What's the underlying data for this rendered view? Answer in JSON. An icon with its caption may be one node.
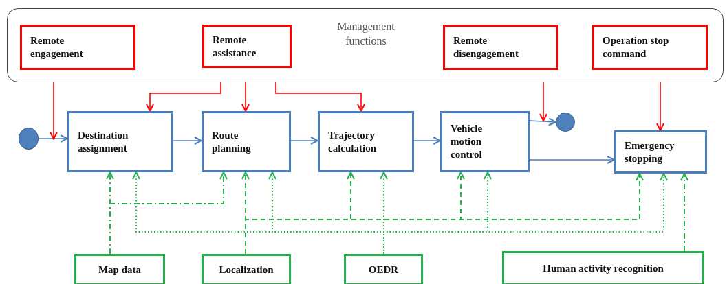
{
  "diagram": {
    "nodes": [
      {
        "text": [
          "Management functions"
        ]
      },
      {
        "text": [
          "Remote engagement"
        ],
        "in": 0
      },
      {
        "text": [
          "Remote assistance"
        ],
        "in": 0
      },
      {
        "text": [
          "Remote disengagement"
        ],
        "in": 0
      },
      {
        "text": [
          "Operation stop command"
        ],
        "in": 0
      },
      {
        "text": [],
        "shape": "circle"
      },
      {
        "text": [
          "Destination assignment"
        ]
      },
      {
        "text": [
          "Route planning"
        ]
      },
      {
        "text": [
          "Trajectory calculation"
        ]
      },
      {
        "text": [
          "Vehicle motion control"
        ]
      },
      {
        "text": [],
        "shape": "circle"
      },
      {
        "text": [
          "Emergency stopping"
        ]
      },
      {
        "text": [
          "Map data"
        ]
      },
      {
        "text": [
          "Localization"
        ]
      },
      {
        "text": [
          "OEDR"
        ]
      },
      {
        "text": [
          "Human activity recognition"
        ]
      }
    ],
    "edges": [
      {
        "from": 5,
        "to": 6,
        "arrow": "to",
        "color": "#4a7ebb"
      },
      {
        "from": 6,
        "to": 7,
        "arrow": "to",
        "color": "#4a7ebb"
      },
      {
        "from": 7,
        "to": 8,
        "arrow": "to",
        "color": "#4a7ebb"
      },
      {
        "from": 8,
        "to": 9,
        "arrow": "to",
        "color": "#4a7ebb"
      },
      {
        "from": 9,
        "to": 10,
        "arrow": "to",
        "color": "#4a7ebb"
      },
      {
        "from": 9,
        "to": 11,
        "arrow": "to",
        "color": "#4a7ebb"
      },
      {
        "from": 1,
        "to": 6,
        "arrow": "to",
        "color": "#ff0000"
      },
      {
        "from": 2,
        "to": 6,
        "arrow": "to",
        "color": "#ff0000"
      },
      {
        "from": 2,
        "to": 7,
        "arrow": "to",
        "color": "#ff0000"
      },
      {
        "from": 2,
        "to": 8,
        "arrow": "to",
        "color": "#ff0000"
      },
      {
        "from": 3,
        "to": 10,
        "arrow": "to",
        "color": "#ff0000"
      },
      {
        "from": 4,
        "to": 11,
        "arrow": "to",
        "color": "#ff0000"
      },
      {
        "from": 12,
        "to": 6,
        "arrow": "to",
        "style": "dashed"
      },
      {
        "from": 12,
        "to": 7,
        "arrow": "to",
        "style": "dashed"
      },
      {
        "from": 13,
        "to": 7,
        "arrow": "to",
        "style": "dashed"
      },
      {
        "from": 13,
        "to": 8,
        "arrow": "to",
        "style": "dashed"
      },
      {
        "from": 13,
        "to": 9,
        "arrow": "to",
        "style": "dashed"
      },
      {
        "from": 13,
        "to": 11,
        "arrow": "to",
        "style": "dashed"
      },
      {
        "from": 14,
        "to": 6,
        "arrow": "to",
        "style": "dashed"
      },
      {
        "from": 14,
        "to": 7,
        "arrow": "to",
        "style": "dashed"
      },
      {
        "from": 14,
        "to": 8,
        "arrow": "to",
        "style": "dashed"
      },
      {
        "from": 14,
        "to": 9,
        "arrow": "to",
        "style": "dashed"
      },
      {
        "from": 14,
        "to": 11,
        "arrow": "to",
        "style": "dashed"
      },
      {
        "from": 15,
        "to": 11,
        "arrow": "to",
        "style": "dashed"
      }
    ]
  }
}
